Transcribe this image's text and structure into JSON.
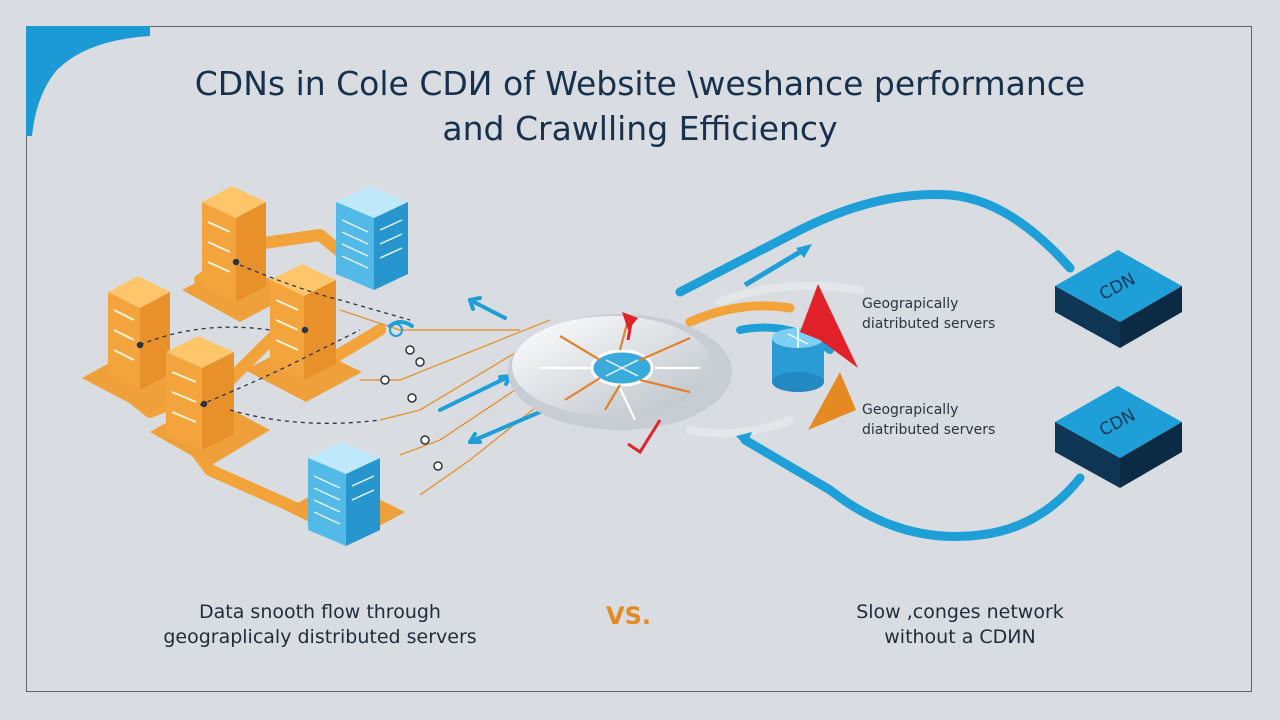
{
  "title": {
    "line1": "CDNs in Cole CDИ of Website  \\weshance performance",
    "line2": "and Crawlling Efficiency"
  },
  "server_labels": [
    "Geograpically\ndiatributed servers",
    "Geograpically\ndiatributed servers"
  ],
  "cdn_boxes": [
    "CDN",
    "CDN"
  ],
  "captions": {
    "left": "Data snooth flow through\ngeograplicaly distributed servers",
    "vs": "VS.",
    "right": "Slow ,conges network\nwithout a CDИN"
  },
  "colors": {
    "orange": "#f2a33a",
    "blue": "#1e9fd8",
    "navy": "#0f3554",
    "red": "#e2222a",
    "text": "#17304d"
  }
}
